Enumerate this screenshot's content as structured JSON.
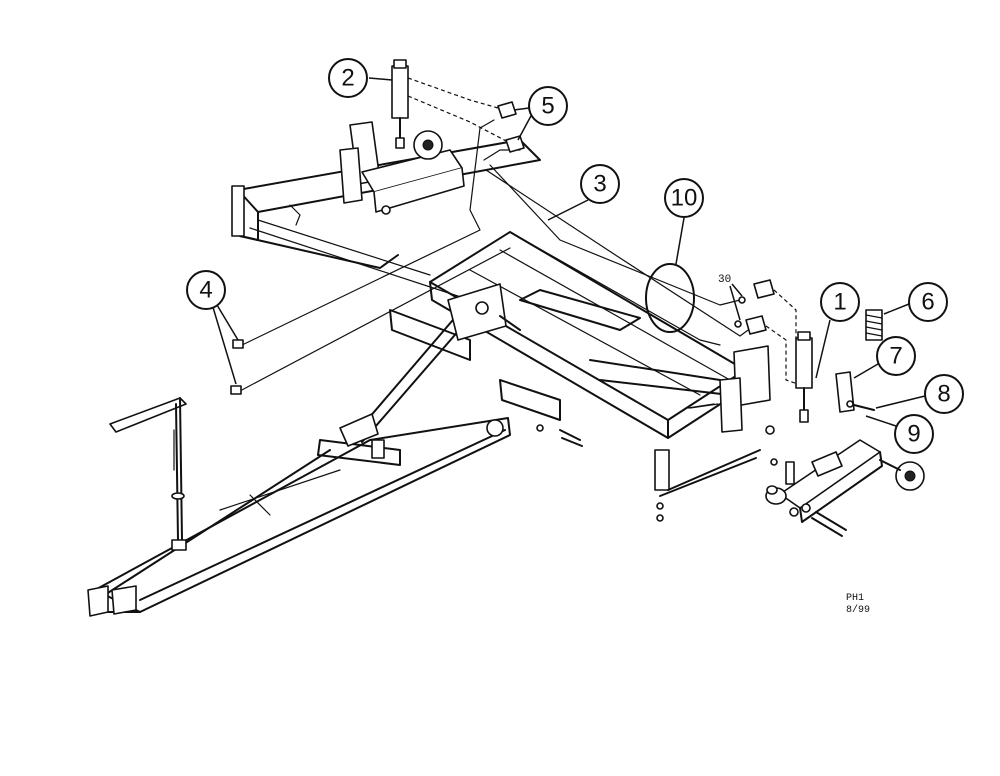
{
  "callouts": [
    {
      "number": "1"
    },
    {
      "number": "2"
    },
    {
      "number": "3"
    },
    {
      "number": "4"
    },
    {
      "number": "5"
    },
    {
      "number": "6"
    },
    {
      "number": "7"
    },
    {
      "number": "8"
    },
    {
      "number": "9"
    },
    {
      "number": "10"
    }
  ],
  "fitting_label": "30",
  "drawing_ref": {
    "line1": "PH1",
    "line2": "8/99"
  }
}
